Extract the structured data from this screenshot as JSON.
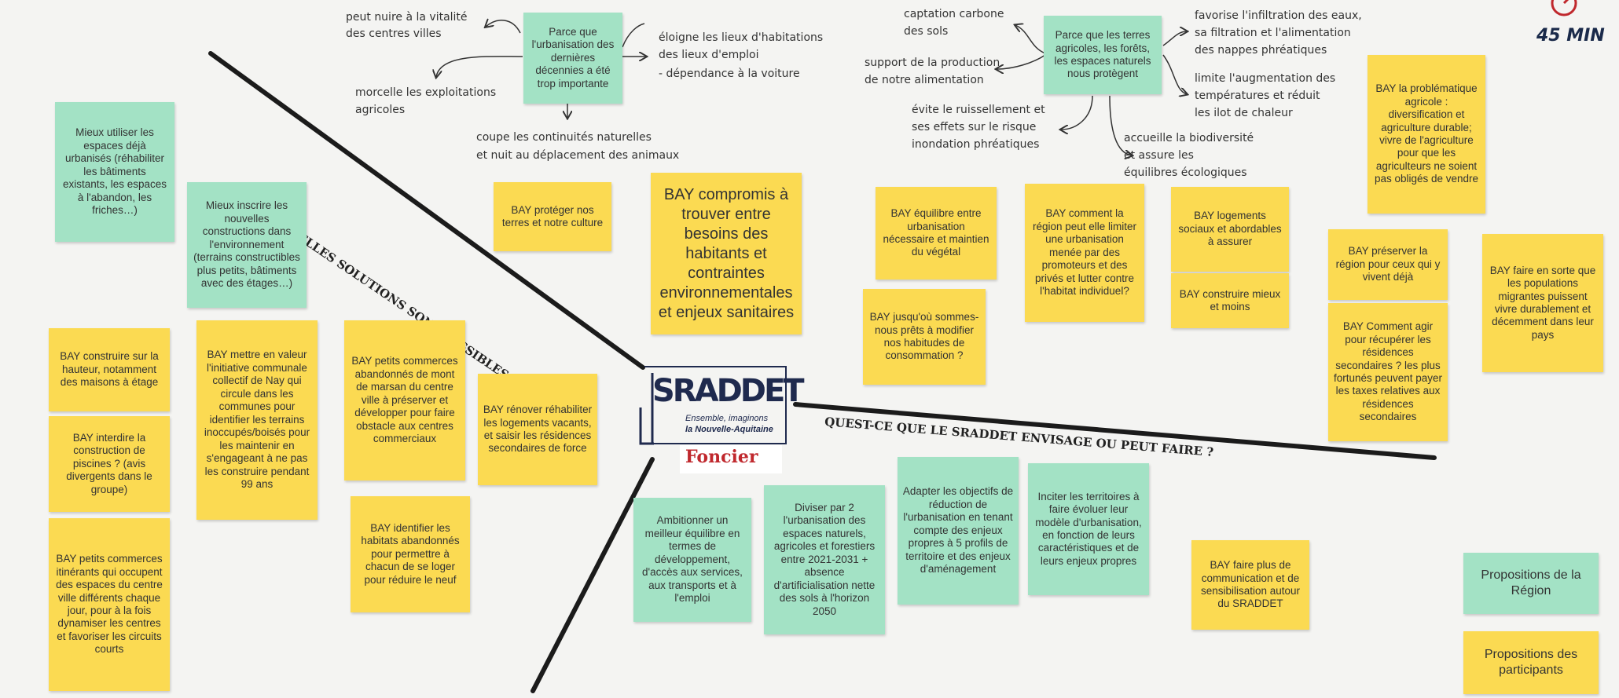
{
  "timer": {
    "label": "45 MIN"
  },
  "axes": {
    "left": "ALORS, QUELLES SOLUTIONS SONT POSSIBLES ?",
    "right": "QUEST-CE QUE LE SRADDET ENVISAGE OU PEUT FAIRE ?"
  },
  "logo": {
    "brand": "SRADDET",
    "tagline_1": "Ensemble, imaginons",
    "tagline_2": "la Nouvelle-Aquitaine",
    "topic": "Foncier"
  },
  "why_urbanisation": {
    "center": "Parce que l'urbanisation des dernières décennies a été trop importante",
    "n1": "peut nuire à la vitalité",
    "n2": "des centres villes",
    "n3": "morcelle les exploitations",
    "n4": "agricoles",
    "n5": "éloigne les lieux d'habitations",
    "n6": "des lieux d'emploi",
    "n7": "- dépendance à la voiture",
    "n8": "coupe les continuités naturelles",
    "n9": "et nuit au déplacement des animaux"
  },
  "why_protect": {
    "center": "Parce que les terres agricoles, les forêts, les espaces naturels nous protègent",
    "n1": "captation carbone",
    "n2": "des sols",
    "n3": "support de la production",
    "n4": "de notre alimentation",
    "n5": "favorise l'infiltration des eaux,",
    "n6": "sa filtration et l'alimentation",
    "n7": "des nappes phréatiques",
    "n8": "limite l'augmentation des",
    "n9": "températures et réduit",
    "n10": "les ilot de chaleur",
    "n11": "évite le ruissellement et",
    "n12": "ses effets sur le risque",
    "n13": "inondation phréatiques",
    "n14": "accueille la biodiversité",
    "n15": "et assure les",
    "n16": "équilibres écologiques"
  },
  "notes": {
    "g1": "Mieux utiliser les espaces déjà urbanisés (réhabiliter les bâtiments existants, les espaces à l'abandon, les friches…)",
    "g2": "Mieux inscrire les nouvelles constructions dans l'environnement (terrains constructibles plus petits, bâtiments avec des étages…)",
    "y1": "BAY protéger nos terres et notre culture",
    "y2": "BAY compromis à trouver entre besoins des habitants et contraintes environnementales et enjeux sanitaires",
    "y3": "BAY construire sur la hauteur, notamment des maisons à étage",
    "y4": "BAY interdire la construction de piscines ? (avis divergents dans le groupe)",
    "y5": "BAY petits commerces itinérants qui occupent des espaces du centre ville différents chaque jour, pour à la fois dynamiser les centres et favoriser les circuits courts",
    "y6": "BAY mettre en valeur l'initiative communale collectif de Nay qui circule dans les communes pour identifier les terrains inoccupés/boisés pour les maintenir en s'engageant à ne pas les construire pendant 99 ans",
    "y7": "BAY petits commerces abandonnés de mont de marsan du centre ville à préserver et développer pour faire obstacle aux centres commerciaux",
    "y8": "BAY rénover réhabiliter les logements vacants, et saisir les résidences secondaires de force",
    "y9": "BAY identifier les habitats abandonnés pour permettre à chacun de se loger pour réduire le neuf",
    "y10": "BAY équilibre entre urbanisation nécessaire et maintien du végétal",
    "y11": "BAY jusqu'où sommes-nous prêts à modifier nos habitudes de consommation ?",
    "y12": "BAY comment la région peut elle limiter une urbanisation menée par des promoteurs et des privés et lutter contre l'habitat individuel?",
    "y13": "BAY logements sociaux et abordables à assurer",
    "y14": "BAY construire mieux et moins",
    "y15": "BAY la problématique agricole : diversification et agriculture durable; vivre de l'agriculture pour que les agriculteurs ne soient pas obligés de vendre",
    "y16": "BAY préserver la région pour ceux qui y vivent déjà",
    "y17": "BAY Comment agir pour récupérer les résidences secondaires ? les plus fortunés peuvent payer les taxes relatives aux résidences secondaires",
    "y18": "BAY faire en sorte que les populations migrantes puissent vivre durablement et décemment dans leur pays",
    "g3": "Ambitionner un meilleur équilibre en termes de développement, d'accès aux services, aux transports et à l'emploi",
    "g4": "Diviser par 2 l'urbanisation des espaces naturels, agricoles et forestiers entre 2021-2031 + absence d'artificialisation nette des sols à l'horizon 2050",
    "g5": "Adapter les objectifs de réduction de l'urbanisation en tenant compte des enjeux propres à 5 profils de territoire et des enjeux d'aménagement",
    "g6": "Inciter les territoires à faire évoluer leur modèle d'urbanisation, en fonction de leurs caractéristiques et de leurs enjeux propres",
    "y19": "BAY faire plus de communication et de sensibilisation autour du SRADDET"
  },
  "legend": {
    "region": "Propositions de la Région",
    "participants": "Propositions des participants"
  },
  "colors": {
    "yellow": "#fbda52",
    "green": "#a3e2c5",
    "logo_red": "#c0282d",
    "logo_navy": "#1f2a4e"
  }
}
